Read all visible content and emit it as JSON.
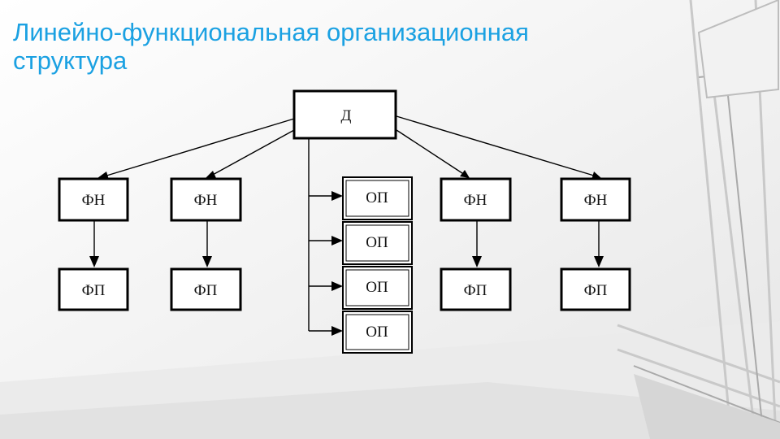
{
  "slide": {
    "title": "Линейно-функциональная организационная структура"
  },
  "diagram": {
    "director": "Д",
    "functional_heads": [
      "ФН",
      "ФН",
      "ФН",
      "ФН"
    ],
    "functional_units": [
      "ФП",
      "ФП",
      "ФП",
      "ФП"
    ],
    "production_units": [
      "ОП",
      "ОП",
      "ОП",
      "ОП"
    ]
  },
  "colors": {
    "title": "#1ba1e2",
    "lines": "#000000"
  }
}
